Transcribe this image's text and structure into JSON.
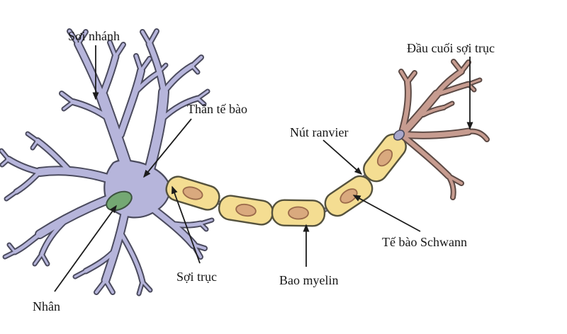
{
  "diagram": {
    "labels": {
      "dendrites": "Sợi nhánh",
      "cell_body": "Thân tế bào",
      "node_of_ranvier": "Nút ranvier",
      "axon_terminal": "Đầu cuối sợi trục",
      "schwann_cell": "Tế bào Schwann",
      "myelin_sheath": "Bao myelin",
      "axon": "Sợi trục",
      "nucleus": "Nhân"
    },
    "colors": {
      "background": "#ffffff",
      "neuron_body": "#b6b5db",
      "neuron_outline": "#4b4b5e",
      "nucleus_green": "#74a873",
      "nucleus_outline": "#3d5340",
      "myelin_yellow": "#f4dd92",
      "myelin_outline": "#55523d",
      "schwann_nucleus": "#d9a97e",
      "schwann_nucleus_outline": "#9a6a4a",
      "terminal_rose": "#c79c90",
      "terminal_outline": "#5c4a45",
      "connector_gray": "#9a99b8",
      "root_junction": "#a8a7cb",
      "label_text": "#161616",
      "arrow": "#1c1c1c"
    }
  }
}
